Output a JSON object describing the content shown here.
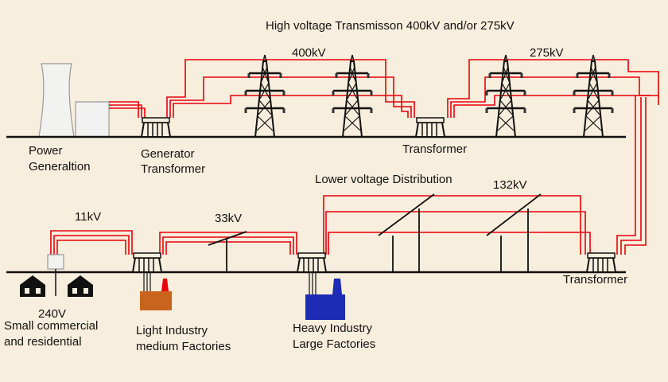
{
  "title": "High voltage Transmisson 400kV and/or 275kV",
  "voltages": {
    "v400": "400kV",
    "v275": "275kV",
    "v132": "132kV",
    "v33": "33kV",
    "v11": "11kV",
    "v240": "240V"
  },
  "labels": {
    "power_gen_1": "Power",
    "power_gen_2": "Generaltion",
    "gen_tx_1": "Generator",
    "gen_tx_2": "Transformer",
    "transformer_top": "Transformer",
    "transformer_right": "Transformer",
    "lower_dist": "Lower voltage Distribution",
    "small_1": "Small commercial",
    "small_2": "and residential",
    "light_1": "Light Industry",
    "light_2": "medium Factories",
    "heavy_1": "Heavy Industry",
    "heavy_2": "Large Factories"
  },
  "colors": {
    "background": "#f8eedd",
    "line": "#e8000a",
    "ground": "#111111",
    "light_factory": "#c8641e",
    "heavy_factory": "#1e2bb4"
  }
}
